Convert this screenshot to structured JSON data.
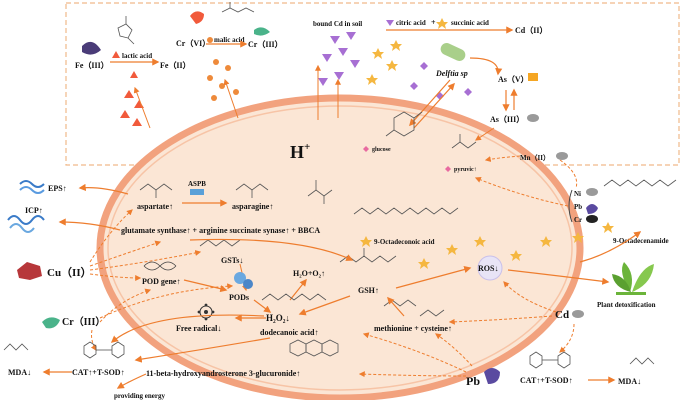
{
  "top": {
    "lactic_acid": "lactic acid",
    "fe3": "Fe（III）",
    "fe2": "Fe（II）",
    "malic_acid": "malic acid",
    "cr6": "Cr（VI）",
    "cr3": "Cr（III）",
    "bound_cd": "bound Cd in soil",
    "citric_acid": "citric acid",
    "plus": "+",
    "succinic_acid": "succinic acid",
    "cd2": "Cd（II）",
    "delftia": "Delftia sp",
    "as5": "As（V）",
    "as3": "As（III）",
    "glucose": "glucose",
    "pyruvic": "pyruvic↑",
    "mn2": "Mn（II）"
  },
  "cell": {
    "h_plus": "H",
    "h_sup": "+",
    "aspartate": "aspartate↑",
    "aspb": "ASPB",
    "asparagine": "asparagine↑",
    "synthase": "glutamate synthase↑ + arginine succinate synase↑ + BBCA",
    "octadecenoic": "9-Octadeconoic acid",
    "gsts": "GSTs↓",
    "pod_gene": "POD gene↑",
    "pods": "PODs",
    "h2o_o2": "H₂O+O₂↑",
    "h2o2": "H₂O₂↓",
    "gsh": "GSH↑",
    "ros": "ROS↓",
    "free_radical": "Free radical↓",
    "dodecanoic": "dodecanoic acid↑",
    "methionine": "methionine + cysteine↑",
    "hydroxy": "11-beta-hydroxyandrosterone 3-glucuronide↑"
  },
  "outside": {
    "eps": "EPS↑",
    "icp": "ICP↑",
    "cu2": "Cu（II）",
    "cr3": "Cr（III）",
    "cat_left": "CAT↑+T-SOD↑",
    "mda_left": "MDA↓",
    "providing_energy": "providing energy",
    "pb": "Pb",
    "cd": "Cd",
    "cat_right": "CAT↑+T-SOD↑",
    "mda_right": "MDA↓",
    "ni": "Ni",
    "pb_small": "Pb",
    "cr_small": "Cr",
    "octadecenamide": "9-Octadecenamide",
    "plant_detox": "Plant detoxification"
  },
  "colors": {
    "membrane": "#f2a27e",
    "cell_fill": "#fbe6d5",
    "arrow": "#ee7d2e",
    "box": "#f0b98a",
    "purple": "#a76fd3",
    "star": "#f5b740",
    "red_tri": "#f15a3b"
  }
}
